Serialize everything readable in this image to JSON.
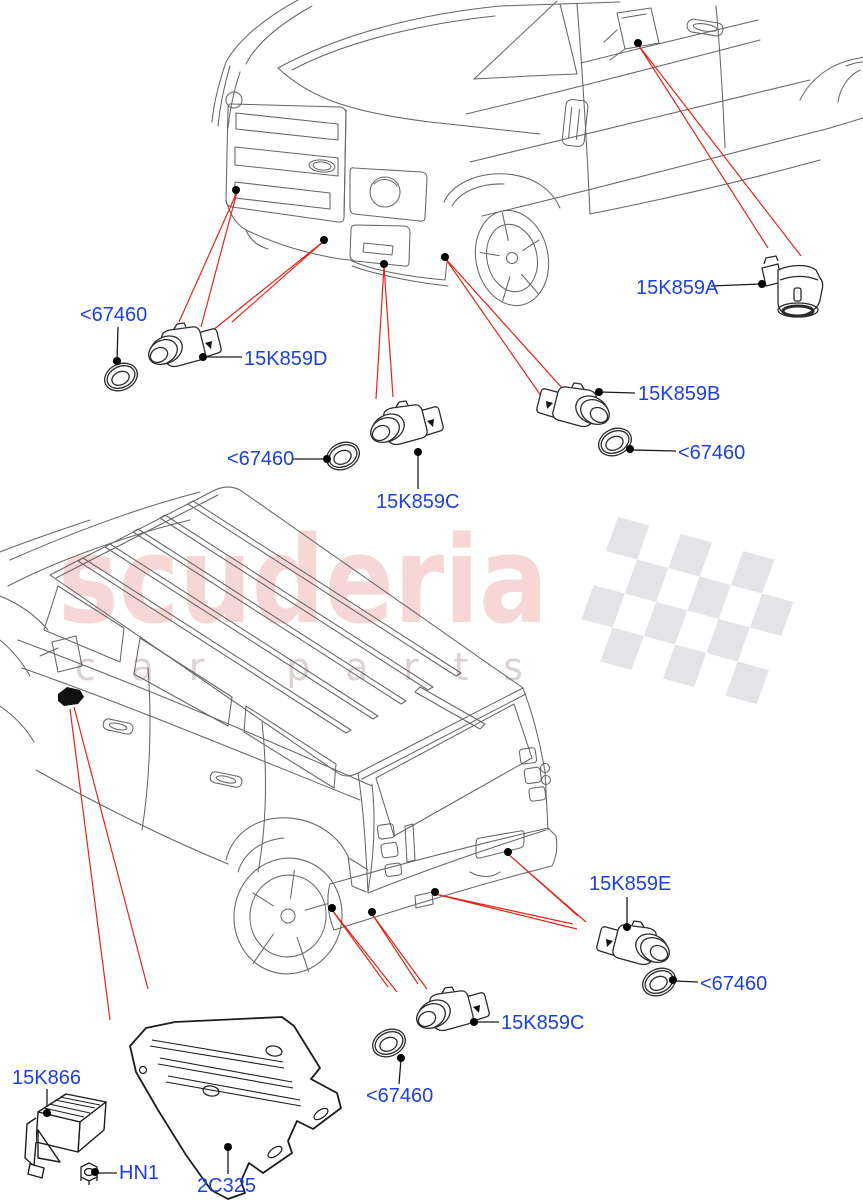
{
  "watermark": {
    "brand": "scuderia",
    "tagline": "car parts"
  },
  "colors": {
    "label_blue": "#1d40e0",
    "leader_red": "#e0261c",
    "vehicle_line_gray": "#666666",
    "part_line_dark": "#2b2b2b",
    "watermark_pink": "#f7d6d6",
    "watermark_gray": "#ddd2d2",
    "flag_gray": "#e4e4e8"
  },
  "callouts": {
    "ring_d": "<67460",
    "sensor_d": "15K859D",
    "ring_c_front": "<67460",
    "sensor_c_front": "15K859C",
    "sensor_b": "15K859B",
    "ring_b": "<67460",
    "sensor_a": "15K859A",
    "sensor_e": "15K859E",
    "ring_e": "<67460",
    "sensor_c_rear": "15K859C",
    "ring_c_rear": "<67460",
    "module": "15K866",
    "nut": "HN1",
    "bracket": "2C325"
  }
}
